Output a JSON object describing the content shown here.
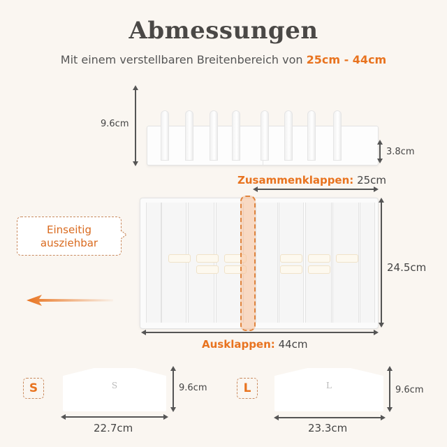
{
  "header": {
    "title": "Abmessungen",
    "subtitle_prefix": "Mit einem verstellbaren Breitenbereich von ",
    "subtitle_range": "25cm - 44cm"
  },
  "side_view": {
    "height_label": "9.6cm",
    "base_height_label": "3.8cm"
  },
  "top_view": {
    "collapsed_label": "Zusammenklappen:",
    "collapsed_value": "25cm",
    "expanded_label": "Ausklappen:",
    "expanded_value": "44cm",
    "depth_label": "24.5cm",
    "callout_line1": "Einseitig",
    "callout_line2": "ausziehbar",
    "extend_direction_icon": "arrow-left-icon"
  },
  "dividers": [
    {
      "size": "S",
      "letter": "S",
      "width_label": "22.7cm",
      "height_label": "9.6cm"
    },
    {
      "size": "L",
      "letter": "L",
      "width_label": "23.3cm",
      "height_label": "9.6cm"
    }
  ],
  "colors": {
    "accent": "#e8731f",
    "background": "#faf6f1",
    "text": "#444444"
  }
}
